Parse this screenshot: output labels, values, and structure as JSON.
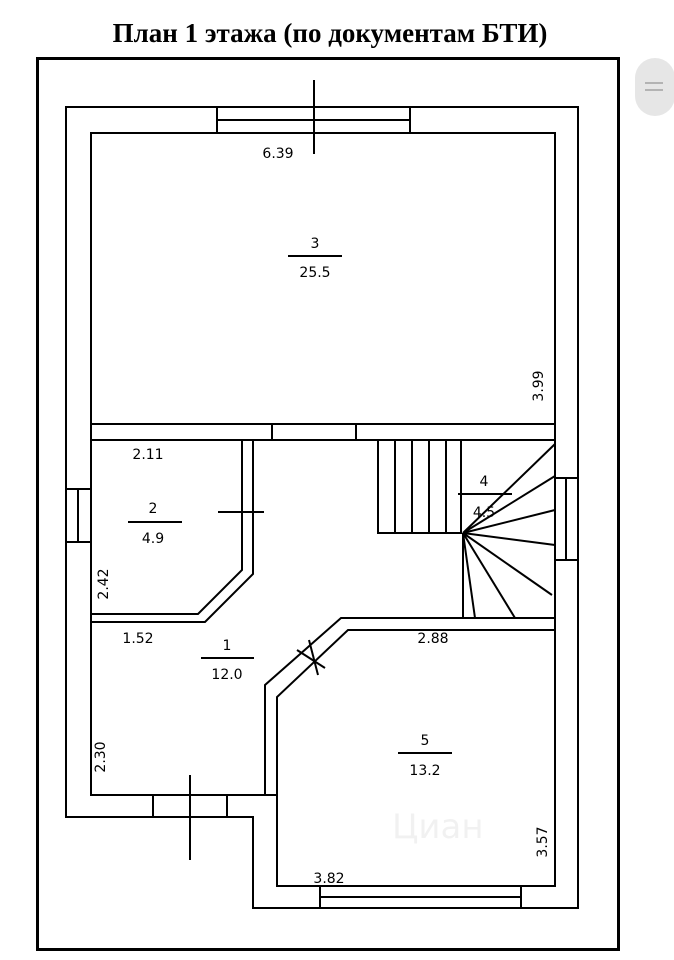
{
  "title": "План 1 этажа (по документам БТИ)",
  "rooms": [
    {
      "number": "3",
      "area": "25.5"
    },
    {
      "number": "2",
      "area": "4.9"
    },
    {
      "number": "4",
      "area": "4.5"
    },
    {
      "number": "1",
      "area": "12.0"
    },
    {
      "number": "5",
      "area": "13.2"
    }
  ],
  "dimensions": {
    "room3_width": "6.39",
    "room3_height": "3.99",
    "room2_width": "2.11",
    "room2_height": "2.42",
    "room1_width": "1.52",
    "room1_height": "2.30",
    "room5_top": "2.88",
    "room5_width": "3.82",
    "room5_height": "3.57"
  },
  "watermark": "Циан",
  "icons": {
    "scroll_handle": "drag-handle-icon"
  }
}
